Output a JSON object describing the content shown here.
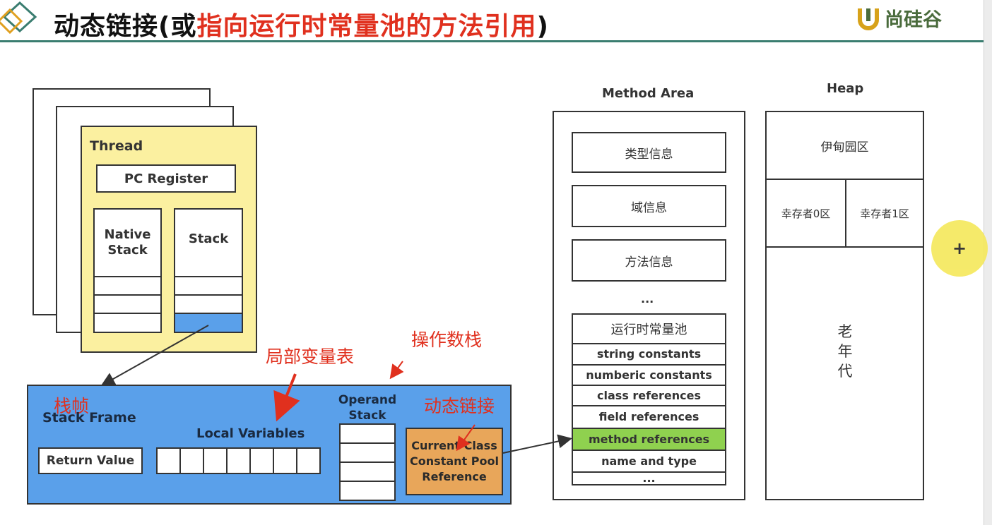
{
  "header": {
    "title_prefix": "动态链接(或",
    "title_highlight": "指向运行时常量池的方法引用",
    "title_suffix": ")",
    "brand": "尚硅谷"
  },
  "thread": {
    "label": "Thread",
    "pc_register": "PC Register",
    "native_stack": "Native Stack",
    "stack": "Stack"
  },
  "stack_frame": {
    "cn_label": "栈帧",
    "label": "Stack Frame",
    "return_value": "Return Value",
    "local_variables": "Local Variables",
    "operand_stack": "Operand Stack",
    "cp_reference": "Current Class Constant Pool Reference"
  },
  "annotations": {
    "local_var_table": "局部变量表",
    "operand_stack": "操作数栈",
    "dynamic_link": "动态链接"
  },
  "method_area": {
    "title": "Method Area",
    "type_info": "类型信息",
    "field_info": "域信息",
    "method_info": "方法信息",
    "ellipsis": "...",
    "runtime_pool": "运行时常量池",
    "pool_items": [
      "string constants",
      "numberic constants",
      "class references",
      "field references",
      "method references",
      "name and type",
      "..."
    ],
    "highlight_item": "method references"
  },
  "heap": {
    "title": "Heap",
    "eden": "伊甸园区",
    "survivor0": "幸存者0区",
    "survivor1": "幸存者1区",
    "old_gen": "老年代"
  },
  "cursor": {
    "symbol": "+"
  },
  "colors": {
    "thread_bg": "#fbf0a0",
    "frame_bg": "#5aa0ea",
    "highlight": "#8fd14f",
    "orange": "#e8a65a",
    "note_red": "#e0301e",
    "cursor": "#f5e85a"
  }
}
